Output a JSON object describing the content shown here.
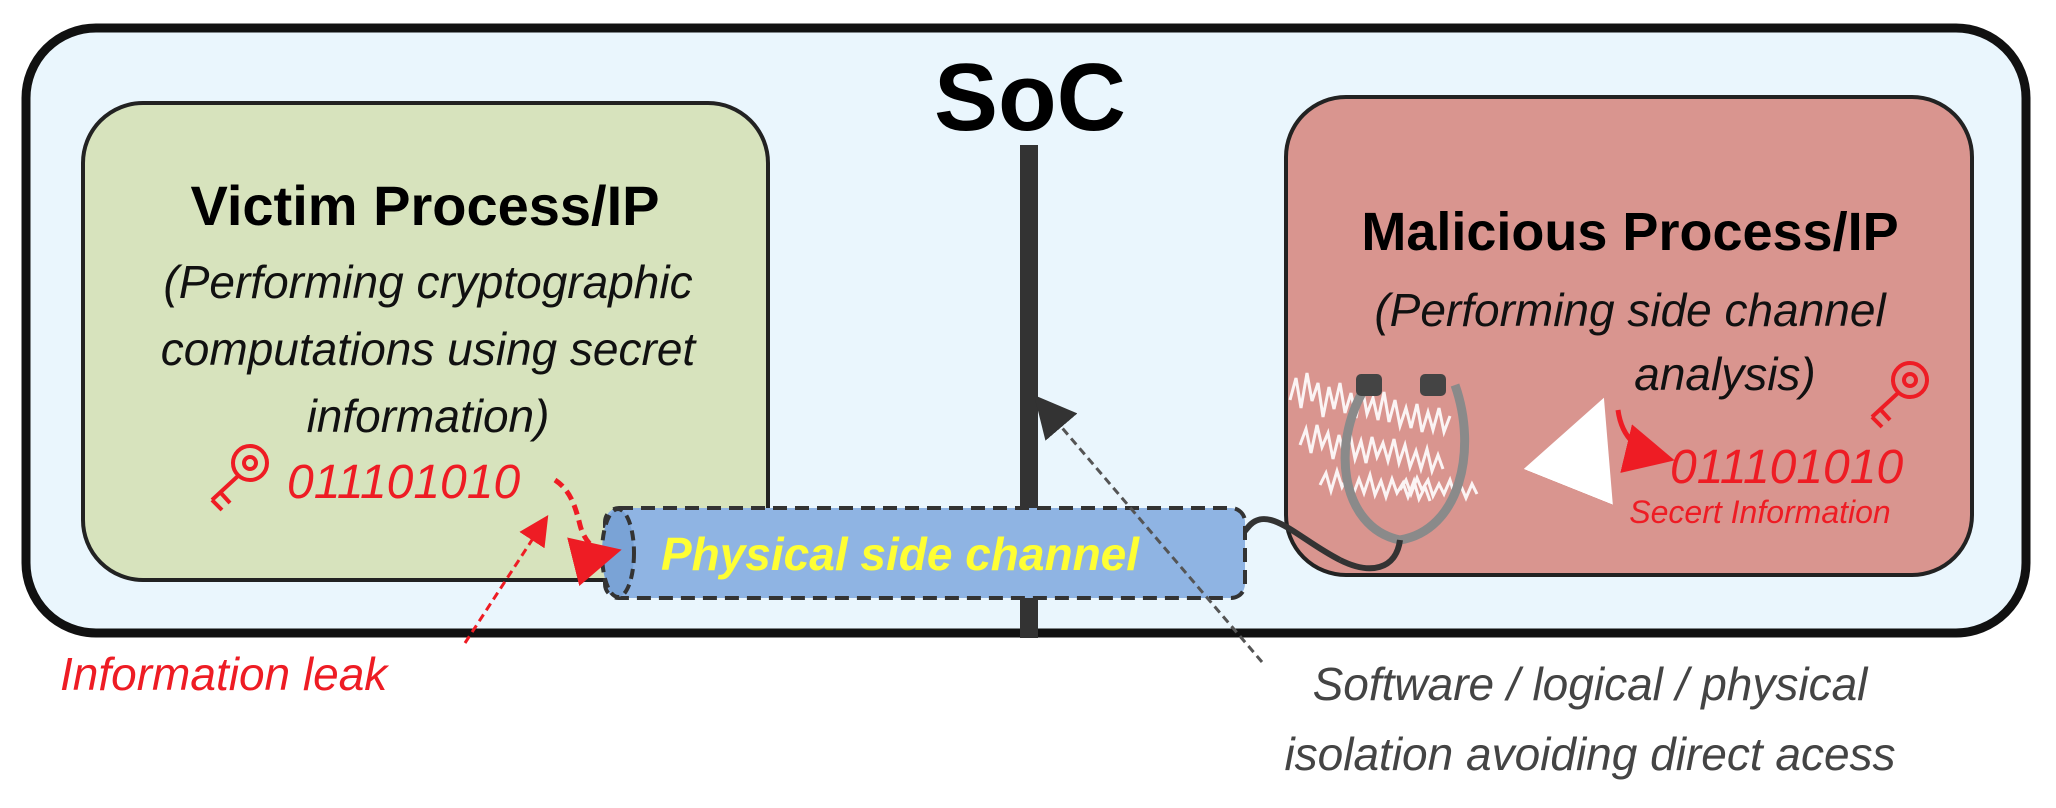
{
  "soc": {
    "title": "SoC"
  },
  "victim": {
    "title": "Victim Process/IP",
    "desc_lines": [
      "(Performing cryptographic",
      "computations using secret",
      "information)"
    ],
    "bits": "011101010"
  },
  "malicious": {
    "title": "Malicious Process/IP",
    "desc_lines": [
      "(Performing side channel",
      "analysis)"
    ],
    "bits": "011101010",
    "secret_label": "Secert Information"
  },
  "channel": {
    "label": "Physical side channel"
  },
  "annotations": {
    "leak": "Information leak",
    "isolation_lines": [
      "Software / logical / physical",
      "isolation avoiding direct acess"
    ]
  },
  "colors": {
    "soc_bg": "#eaf6fd",
    "victim_bg": "#d7e3bd",
    "malicious_bg": "#d9958f",
    "channel_bg": "#8fb4e3",
    "channel_text": "#ffff33",
    "red": "#ee1c24",
    "gray": "#555555"
  },
  "icons": [
    "key-icon",
    "stethoscope-icon",
    "noise-waveform-icon"
  ]
}
